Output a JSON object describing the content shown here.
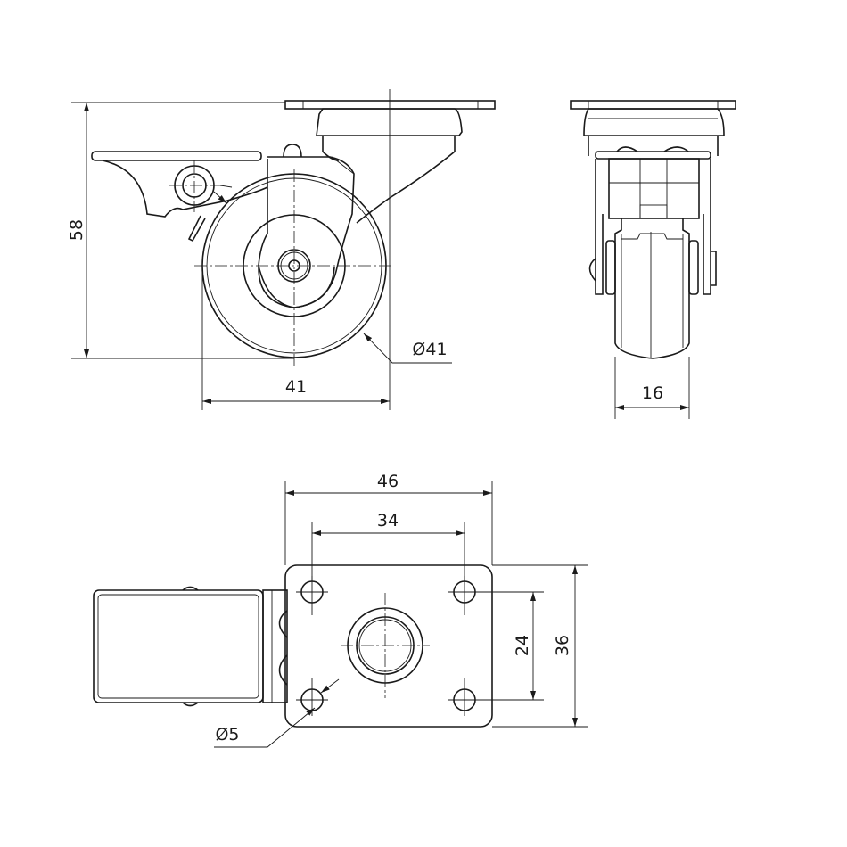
{
  "drawing": {
    "side_view": {
      "height_label": "58",
      "wheel_width_label": "41",
      "wheel_diameter_label": "Ø41"
    },
    "front_view": {
      "tread_width_label": "16"
    },
    "top_view": {
      "plate_length_label": "46",
      "hole_spacing_x_label": "34",
      "hole_spacing_y_label": "24",
      "plate_width_label": "36",
      "hole_diameter_label": "Ø5"
    },
    "line_color": "#1a1a1a"
  }
}
